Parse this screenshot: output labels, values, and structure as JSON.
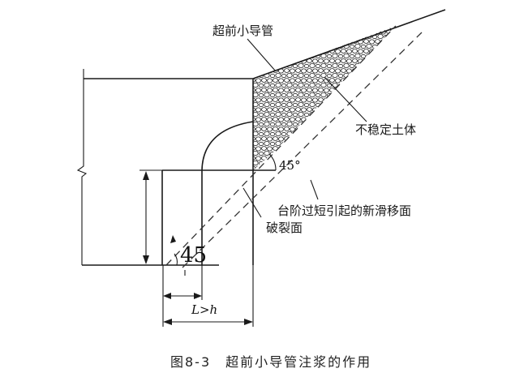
{
  "labels": {
    "pipe": "超前小导管",
    "unstable_soil": "不稳定土体",
    "angle_45_deg": "45°",
    "slip_surface": "台阶过短引起的新滑移面",
    "fracture_surface": "破裂面",
    "angle_45": "45",
    "length_relation": "L>h"
  },
  "caption": "图8-3　超前小导管注浆的作用"
}
